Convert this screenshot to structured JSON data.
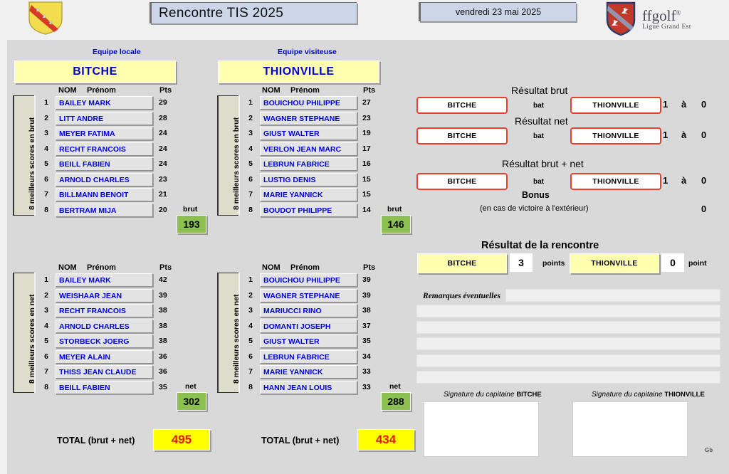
{
  "header": {
    "title": "Rencontre TIS  2025",
    "date": "vendredi 23 mai 2025",
    "lorraine_logo_alt": "blason-lorraine",
    "ffgolf_word": "ffgolf",
    "ffgolf_reg": "®",
    "ffgolf_sub": "Ligue Grand Est"
  },
  "teams": {
    "home_label": "Equipe locale",
    "away_label": "Equipe visiteuse",
    "home": "BITCHE",
    "away": "THIONVILLE"
  },
  "table_headers": {
    "nom": "NOM",
    "prenom": "Prénom",
    "pts": "Pts"
  },
  "side_labels": {
    "brut": "8 meilleurs scores en brut",
    "net": "8 meilleurs scores en net"
  },
  "brut": {
    "label": "brut",
    "home": {
      "players": [
        {
          "rank": "1",
          "name": "BAILEY MARK",
          "pts": "29"
        },
        {
          "rank": "2",
          "name": "LITT ANDRE",
          "pts": "28"
        },
        {
          "rank": "3",
          "name": "MEYER FATIMA",
          "pts": "24"
        },
        {
          "rank": "4",
          "name": "RECHT FRANCOIS",
          "pts": "24"
        },
        {
          "rank": "5",
          "name": "BEILL FABIEN",
          "pts": "24"
        },
        {
          "rank": "6",
          "name": "ARNOLD CHARLES",
          "pts": "23"
        },
        {
          "rank": "7",
          "name": "BILLMANN BENOIT",
          "pts": "21"
        },
        {
          "rank": "8",
          "name": "BERTRAM MIJA",
          "pts": "20"
        }
      ],
      "total": "193"
    },
    "away": {
      "players": [
        {
          "rank": "1",
          "name": "BOUICHOU PHILIPPE",
          "pts": "27"
        },
        {
          "rank": "2",
          "name": "WAGNER STEPHANE",
          "pts": "23"
        },
        {
          "rank": "3",
          "name": "GIUST WALTER",
          "pts": "19"
        },
        {
          "rank": "4",
          "name": "VERLON JEAN MARC",
          "pts": "17"
        },
        {
          "rank": "5",
          "name": "LEBRUN FABRICE",
          "pts": "16"
        },
        {
          "rank": "6",
          "name": "LUSTIG DENIS",
          "pts": "15"
        },
        {
          "rank": "7",
          "name": "MARIE YANNICK",
          "pts": "15"
        },
        {
          "rank": "8",
          "name": "BOUDOT PHILIPPE",
          "pts": "14"
        }
      ],
      "total": "146"
    }
  },
  "net": {
    "label": "net",
    "home": {
      "players": [
        {
          "rank": "1",
          "name": "BAILEY MARK",
          "pts": "42"
        },
        {
          "rank": "2",
          "name": "WEISHAAR JEAN",
          "pts": "39"
        },
        {
          "rank": "3",
          "name": "RECHT FRANCOIS",
          "pts": "38"
        },
        {
          "rank": "4",
          "name": "ARNOLD CHARLES",
          "pts": "38"
        },
        {
          "rank": "5",
          "name": "STORBECK JOERG",
          "pts": "38"
        },
        {
          "rank": "6",
          "name": "MEYER ALAIN",
          "pts": "36"
        },
        {
          "rank": "7",
          "name": "THISS JEAN CLAUDE",
          "pts": "36"
        },
        {
          "rank": "8",
          "name": "BEILL FABIEN",
          "pts": "35"
        }
      ],
      "total": "302"
    },
    "away": {
      "players": [
        {
          "rank": "1",
          "name": "BOUICHOU PHILIPPE",
          "pts": "39"
        },
        {
          "rank": "2",
          "name": "WAGNER STEPHANE",
          "pts": "39"
        },
        {
          "rank": "3",
          "name": "MARIUCCI RINO",
          "pts": "38"
        },
        {
          "rank": "4",
          "name": "DOMANTI JOSEPH",
          "pts": "37"
        },
        {
          "rank": "5",
          "name": "GIUST WALTER",
          "pts": "35"
        },
        {
          "rank": "6",
          "name": "LEBRUN FABRICE",
          "pts": "34"
        },
        {
          "rank": "7",
          "name": "MARIE YANNICK",
          "pts": "33"
        },
        {
          "rank": "8",
          "name": "HANN JEAN LOUIS",
          "pts": "33"
        }
      ],
      "total": "288"
    }
  },
  "totals": {
    "label": "TOTAL  (brut + net)",
    "home": "495",
    "away": "434"
  },
  "results": {
    "brut_title": "Résultat brut",
    "net_title": "Résultat net",
    "brutnet_title": "Résultat brut + net",
    "bat": "bat",
    "a": "à",
    "rows": [
      {
        "winner": "BITCHE",
        "loser": "THIONVILLE",
        "win_score": "1",
        "lose_score": "0"
      },
      {
        "winner": "BITCHE",
        "loser": "THIONVILLE",
        "win_score": "1",
        "lose_score": "0"
      },
      {
        "winner": "BITCHE",
        "loser": "THIONVILLE",
        "win_score": "1",
        "lose_score": "0"
      }
    ],
    "bonus_title": "Bonus",
    "bonus_note": "(en cas de victoire à l'extérieur)",
    "bonus_value": "0"
  },
  "match_result": {
    "title": "Résultat de la rencontre",
    "home_team": "BITCHE",
    "home_points": "3",
    "home_points_label": "points",
    "away_team": "THIONVILLE",
    "away_points": "0",
    "away_points_label": "point"
  },
  "remarks": {
    "label": "Remarques éventuelles",
    "lines": [
      "",
      "",
      "",
      "",
      "",
      ""
    ]
  },
  "signatures": {
    "prefix": "Signature du capitaine",
    "home_team": "BITCHE",
    "away_team": "THIONVILLE"
  },
  "footer": {
    "mark": "Gb"
  },
  "colors": {
    "panel_bg": "#d9d9d9",
    "team_yellow": "#ffffb0",
    "green": "#8cc152",
    "total_yellow": "#ffff00",
    "total_red_text": "#e01b00",
    "name_blue": "#0000e0",
    "red_border": "#e8402a",
    "title_blue_bg": "#ccd6e8"
  }
}
